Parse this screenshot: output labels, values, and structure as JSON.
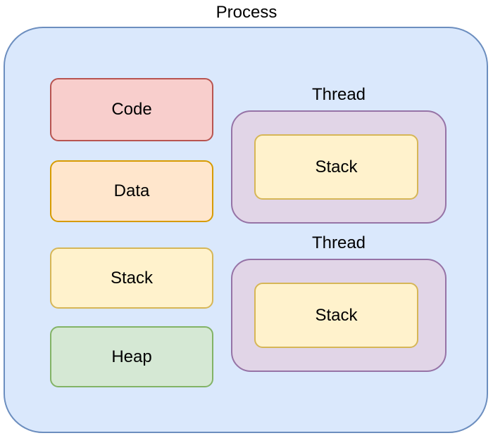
{
  "diagram": {
    "title": "Process",
    "process": {
      "label": "Process",
      "fill": "#DAE8FC",
      "stroke": "#6C8EBF",
      "memory_sections": [
        {
          "id": "code",
          "label": "Code",
          "fill": "#F8CECC",
          "stroke": "#B85450"
        },
        {
          "id": "data",
          "label": "Data",
          "fill": "#FFE6CC",
          "stroke": "#D79B00"
        },
        {
          "id": "stack",
          "label": "Stack",
          "fill": "#FFF2CC",
          "stroke": "#D6B656"
        },
        {
          "id": "heap",
          "label": "Heap",
          "fill": "#D5E8D4",
          "stroke": "#82B366"
        }
      ],
      "threads": [
        {
          "label": "Thread",
          "fill": "#E1D5E7",
          "stroke": "#9673A6",
          "stack": {
            "label": "Stack",
            "fill": "#FFF2CC",
            "stroke": "#D6B656"
          }
        },
        {
          "label": "Thread",
          "fill": "#E1D5E7",
          "stroke": "#9673A6",
          "stack": {
            "label": "Stack",
            "fill": "#FFF2CC",
            "stroke": "#D6B656"
          }
        }
      ]
    },
    "text_color": "#000000",
    "background": "#FFFFFF"
  }
}
